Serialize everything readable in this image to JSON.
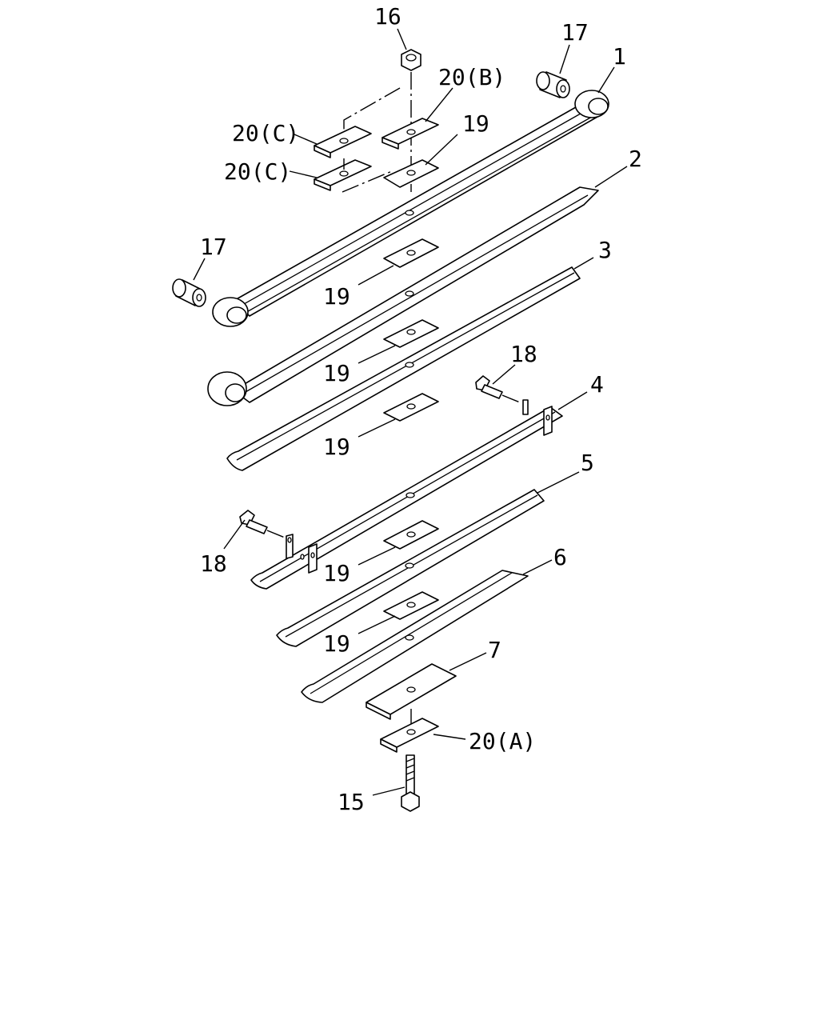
{
  "callouts": {
    "c1": "1",
    "c2": "2",
    "c3": "3",
    "c4": "4",
    "c5": "5",
    "c6": "6",
    "c7": "7",
    "c15": "15",
    "c16": "16",
    "c17_top": "17",
    "c17_left": "17",
    "c18_top": "18",
    "c18_left": "18",
    "c19_top": "19",
    "c19_a": "19",
    "c19_b": "19",
    "c19_c": "19",
    "c19_d": "19",
    "c19_e": "19",
    "c20a": "20(A)",
    "c20b": "20(B)",
    "c20c_top": "20(C)",
    "c20c_bottom": "20(C)"
  }
}
